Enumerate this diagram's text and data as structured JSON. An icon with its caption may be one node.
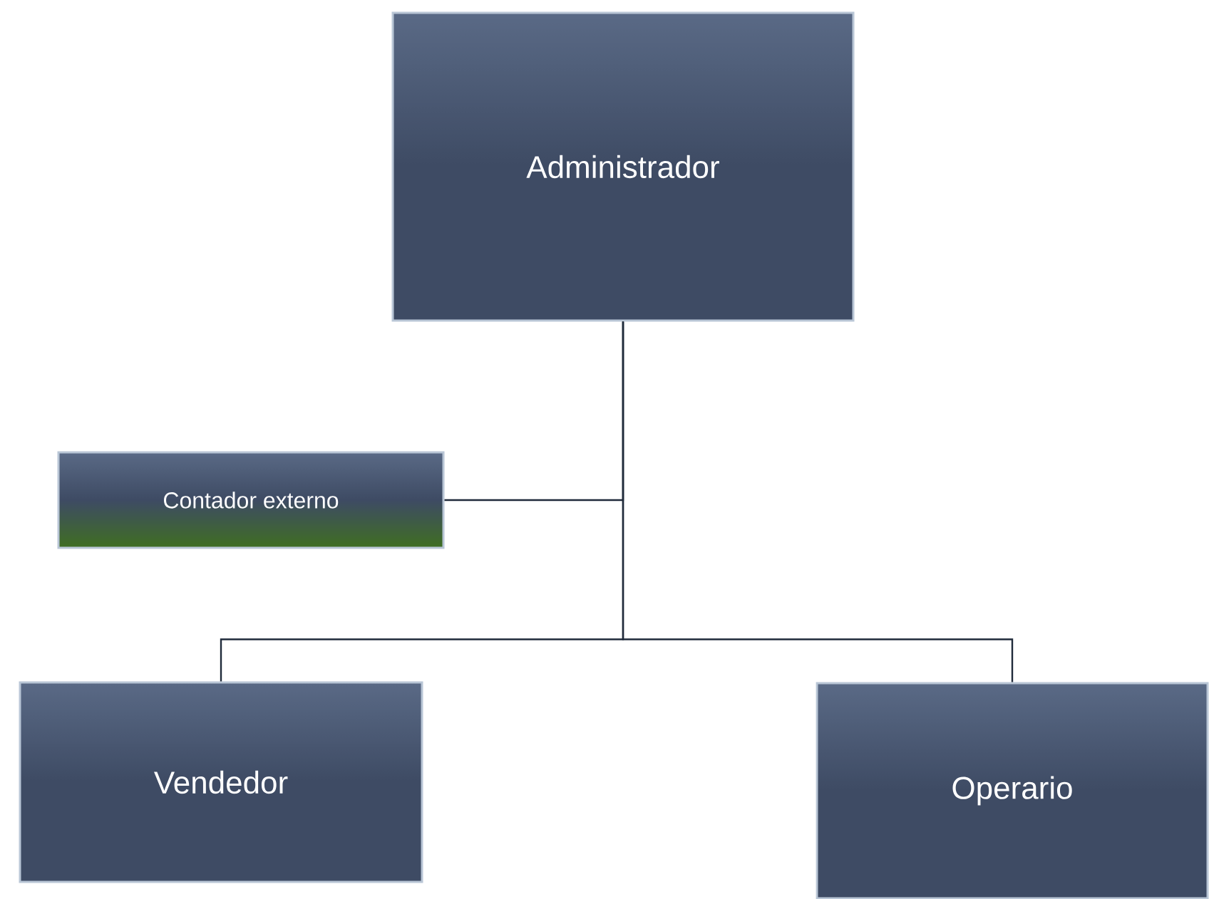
{
  "diagram": {
    "nodes": [
      {
        "text": [
          "Administrador"
        ]
      },
      {
        "text": [
          "Contador externo"
        ]
      },
      {
        "text": [
          "Vendedor"
        ]
      },
      {
        "text": [
          "Operario"
        ]
      }
    ],
    "edges": [
      {
        "from": 0,
        "to": 1,
        "arrow": "none"
      },
      {
        "from": 0,
        "to": 2,
        "arrow": "none"
      },
      {
        "from": 0,
        "to": 3,
        "arrow": "none"
      }
    ]
  }
}
